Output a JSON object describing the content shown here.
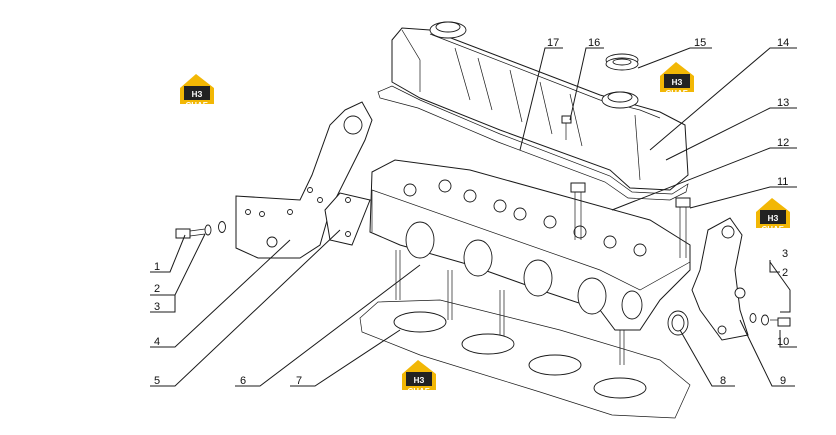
{
  "callouts": [
    {
      "id": "c1",
      "label": "1"
    },
    {
      "id": "c2",
      "label": "2"
    },
    {
      "id": "c3",
      "label": "3"
    },
    {
      "id": "c4",
      "label": "4"
    },
    {
      "id": "c5",
      "label": "5"
    },
    {
      "id": "c6",
      "label": "6"
    },
    {
      "id": "c7",
      "label": "7"
    },
    {
      "id": "c8",
      "label": "8"
    },
    {
      "id": "c9",
      "label": "9"
    },
    {
      "id": "c10",
      "label": "10"
    },
    {
      "id": "c11",
      "label": "11"
    },
    {
      "id": "c12",
      "label": "12"
    },
    {
      "id": "c13",
      "label": "13"
    },
    {
      "id": "c14",
      "label": "14"
    },
    {
      "id": "c15",
      "label": "15"
    },
    {
      "id": "c16",
      "label": "16"
    },
    {
      "id": "c17",
      "label": "17"
    },
    {
      "id": "c2b",
      "label": "2"
    },
    {
      "id": "c3b",
      "label": "3"
    }
  ],
  "watermark": {
    "brand_mark": "НЗ",
    "brand_sub": "СНАБ",
    "color_house": "#f2b705",
    "color_dark": "#222222"
  }
}
